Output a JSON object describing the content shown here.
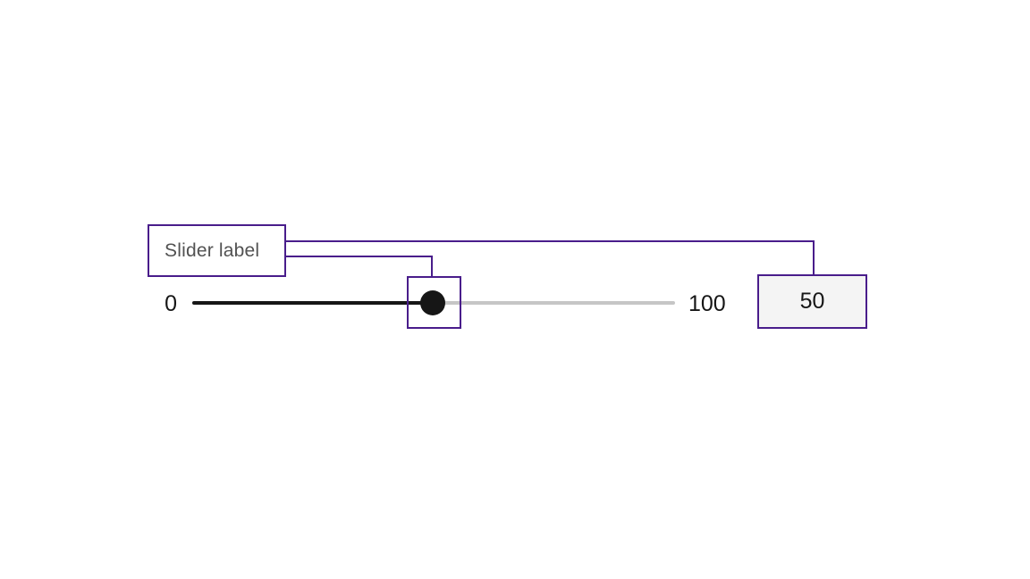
{
  "slider": {
    "label": "Slider label",
    "min_label": "0",
    "max_label": "100",
    "value": "50"
  },
  "annotation": {
    "callout_targets": [
      "slider-label",
      "slider-handle",
      "slider-value-input"
    ]
  },
  "colors": {
    "annotation_accent": "#491d8b",
    "label_text": "#525252",
    "text_primary": "#161616",
    "track_filled": "#161616",
    "track_unfilled": "#c6c6c6",
    "handle": "#161616",
    "value_field_bg": "#f4f4f4",
    "background": "#ffffff"
  }
}
